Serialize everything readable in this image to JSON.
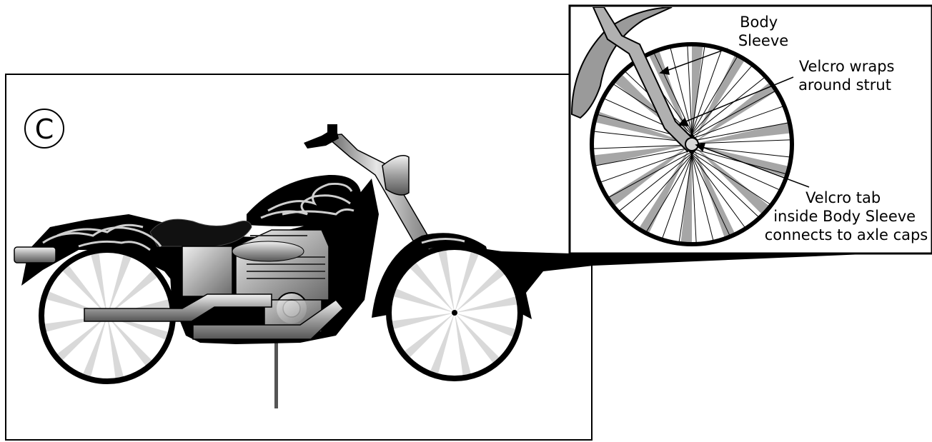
{
  "step_label": "C",
  "callout": {
    "body_sleeve": [
      "Body",
      "Sleeve"
    ],
    "velcro_wraps": [
      "Velcro wraps",
      "around strut"
    ],
    "velcro_tab": [
      "Velcro tab",
      "inside Body Sleeve",
      "connects to axle caps"
    ]
  },
  "colors": {
    "ink": "#000000",
    "paper": "#ffffff",
    "light_gray": "#d9d9d9",
    "mid_gray": "#a6a6a6",
    "dark_gray": "#6e6e6e"
  }
}
